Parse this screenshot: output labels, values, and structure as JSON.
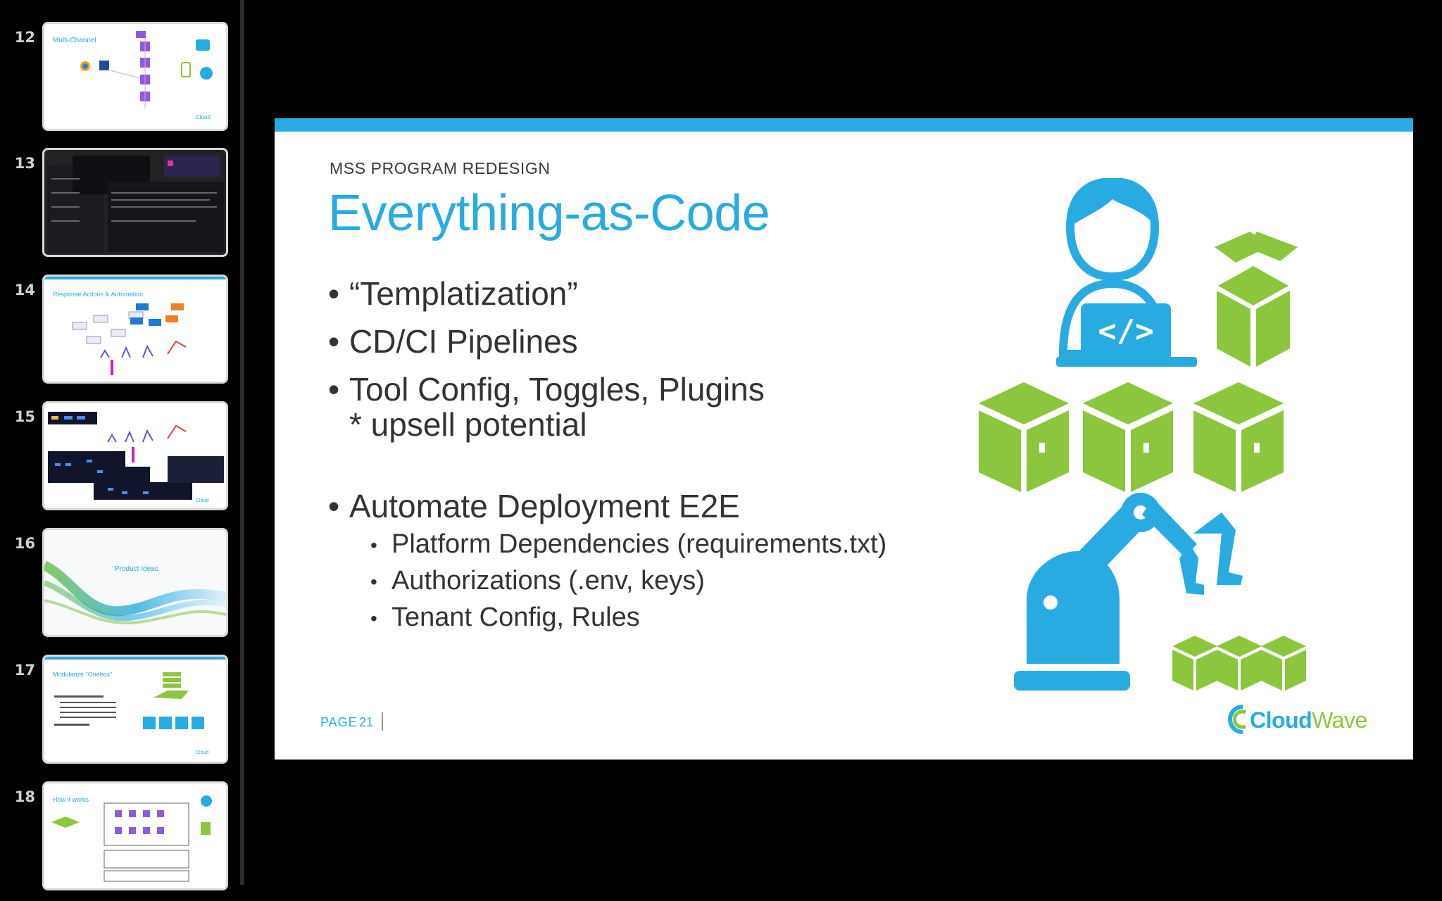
{
  "sidebar": {
    "slides": [
      {
        "number": "12",
        "title": "Multi-Channel"
      },
      {
        "number": "13",
        "title": ""
      },
      {
        "number": "14",
        "title": "Response Actions & Automation"
      },
      {
        "number": "15",
        "title": ""
      },
      {
        "number": "16",
        "title": "Product Ideas"
      },
      {
        "number": "17",
        "title": "Modularize \"Onebox\""
      },
      {
        "number": "18",
        "title": "How it works"
      }
    ]
  },
  "slide": {
    "eyebrow": "MSS PROGRAM REDESIGN",
    "title": "Everything-as-Code",
    "bullets": [
      "“Templatization”",
      "CD/CI Pipelines",
      "Tool Config, Toggles, Plugins",
      "* upsell potential",
      "Automate Deployment E2E"
    ],
    "sub_bullets": [
      "Platform Dependencies (requirements.txt)",
      "Authorizations (.env, keys)",
      "Tenant Config, Rules"
    ],
    "footer": {
      "page_label": "PAGE",
      "page_number": "21"
    },
    "logo_text": "CloudWave",
    "icons": [
      "developer-laptop-icon",
      "open-box-icon",
      "closed-box-icon",
      "robot-arm-icon"
    ]
  },
  "colors": {
    "accent": "#29abe2",
    "green": "#8cc63f",
    "background": "#000000",
    "text": "#333333"
  }
}
